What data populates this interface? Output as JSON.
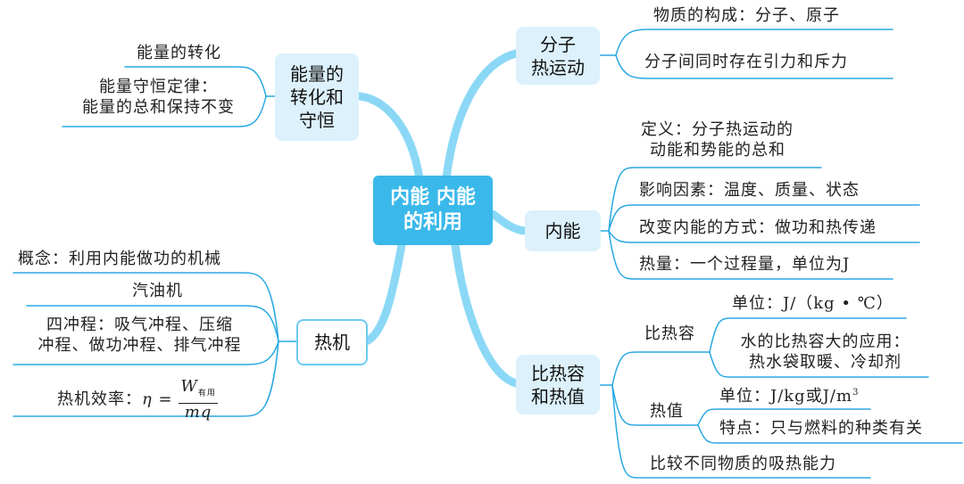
{
  "center": {
    "line1": "内能  内能",
    "line2": "的利用"
  },
  "nodes": {
    "molecular": {
      "line1": "分子",
      "line2": "热运动"
    },
    "energy": {
      "line1": "能量的",
      "line2": "转化和",
      "line3": "守恒"
    },
    "internal": {
      "label": "内能"
    },
    "engine": {
      "label": "热机"
    },
    "heat": {
      "line1": "比热容",
      "line2": "和热值"
    }
  },
  "molecular_leaves": [
    "物质的构成：分子、原子",
    "分子间同时存在引力和斥力"
  ],
  "energy_leaves": {
    "a": "能量的转化",
    "b1": "能量守恒定律：",
    "b2": "能量的总和保持不变"
  },
  "internal_leaves": {
    "def1": "定义：分子热运动的",
    "def2": "动能和势能的总和",
    "factors": "影响因素：温度、质量、状态",
    "change": "改变内能的方式：做功和热传递",
    "heat": "热量：一个过程量，单位为J"
  },
  "engine_leaves": {
    "concept": "概念：利用内能做功的机械",
    "gas": "汽油机",
    "stroke1": "四冲程：吸气冲程、压缩",
    "stroke2": "冲程、做功冲程、排气冲程",
    "eff_label": "热机效率：",
    "eff_eta": "η =",
    "eff_num": "W",
    "eff_sub": "有用",
    "eff_den": "mq"
  },
  "heat_leaves": {
    "specific": "比热容",
    "specific_unit": "单位：J/（kg • ℃）",
    "water1": "水的比热容大的应用：",
    "water2": "热水袋取暖、冷却剂",
    "value": "热值",
    "value_unit": "单位：J/kg或J/m",
    "value_unit_sup": "3",
    "feature": "特点：只与燃料的种类有关",
    "compare": "比较不同物质的吸热能力"
  },
  "colors": {
    "branch": "#7fd4f4",
    "line": "#2aa8e2",
    "center": "#3ab8ea",
    "node": "#dcf1fb"
  }
}
